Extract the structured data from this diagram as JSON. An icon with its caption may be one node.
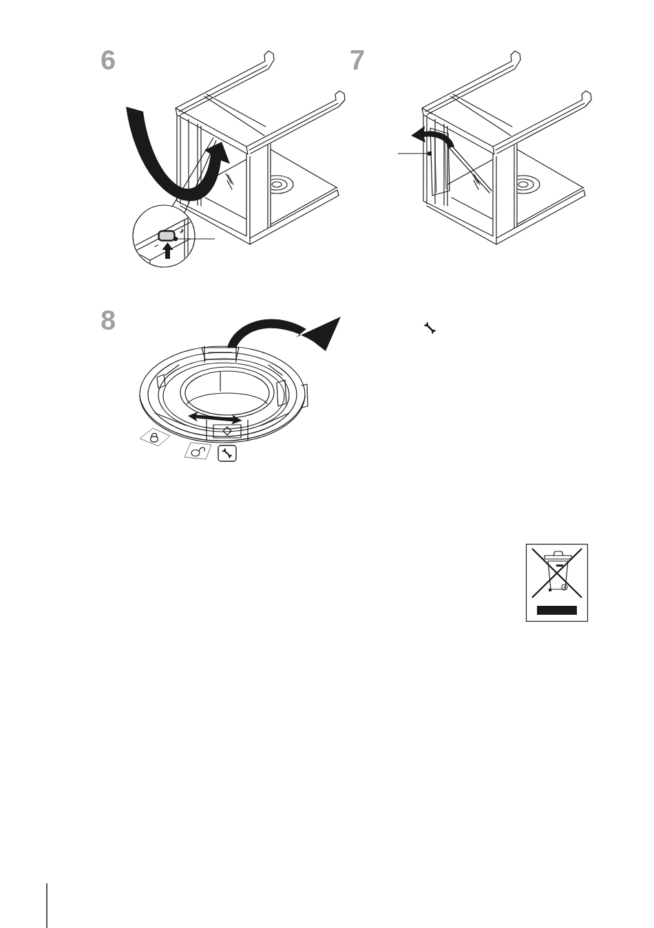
{
  "diagram": {
    "nodes": [
      {
        "text": [],
        "shape": "box"
      },
      {
        "text": [],
        "shape": "picture"
      }
    ],
    "edges": [
      {
        "from": null,
        "to": 0,
        "arrow": "other"
      },
      {
        "from": null,
        "to": 1,
        "arrow": "other"
      }
    ],
    "labels": [
      "6",
      "7",
      "8"
    ]
  }
}
